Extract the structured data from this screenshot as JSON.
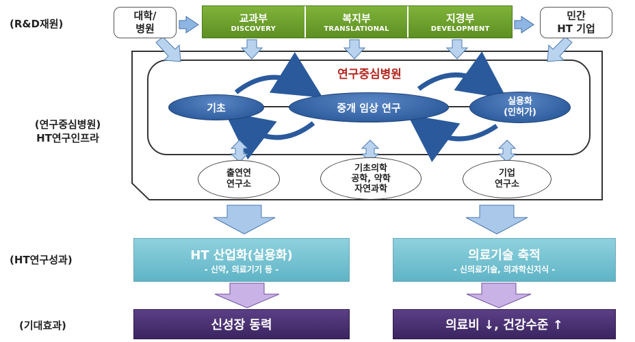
{
  "row_labels": {
    "funding": "(R&D재원)",
    "infra_line1": "(연구중심병원)",
    "infra_line2": "HT연구인프라",
    "results": "(HT연구성과)",
    "effects": "(기대효과)"
  },
  "funders": [
    {
      "name": "교과부",
      "sub": "DISCOVERY"
    },
    {
      "name": "복지부",
      "sub": "TRANSLATIONAL"
    },
    {
      "name": "지경부",
      "sub": "DEVELOPMENT"
    }
  ],
  "side_boxes": {
    "left_line1": "대학/",
    "left_line2": "병원",
    "right_line1": "민간",
    "right_line2": "HT 기업"
  },
  "hospital_title": "연구중심병원",
  "stages": {
    "basic": "기초",
    "translational": "중개 임상 연구",
    "applied_line1": "실용화",
    "applied_line2": "(인허가)"
  },
  "institutes": {
    "left_line1": "출연연",
    "left_line2": "연구소",
    "center_line1": "기초의학",
    "center_line2": "공학, 약학",
    "center_line3": "자연과학",
    "right_line1": "기업",
    "right_line2": "연구소"
  },
  "results": {
    "left_title": "HT 산업화(실용화)",
    "left_sub": "- 신약, 의료기기 등 -",
    "right_title": "의료기술 축적",
    "right_sub": "- 신의료기술, 의과학신지식 -"
  },
  "effects": {
    "left": "신성장 동력",
    "right": "의료비 ↓, 건강수준 ↑"
  },
  "colors": {
    "green": "#6ea32e",
    "navy": "#2a5a9c",
    "teal": "#7cc6d6",
    "purple": "#4a3070",
    "title_red": "#b3261e",
    "arrow_blue": "#a9c8ea",
    "arrow_purple": "#c9b3e6"
  }
}
